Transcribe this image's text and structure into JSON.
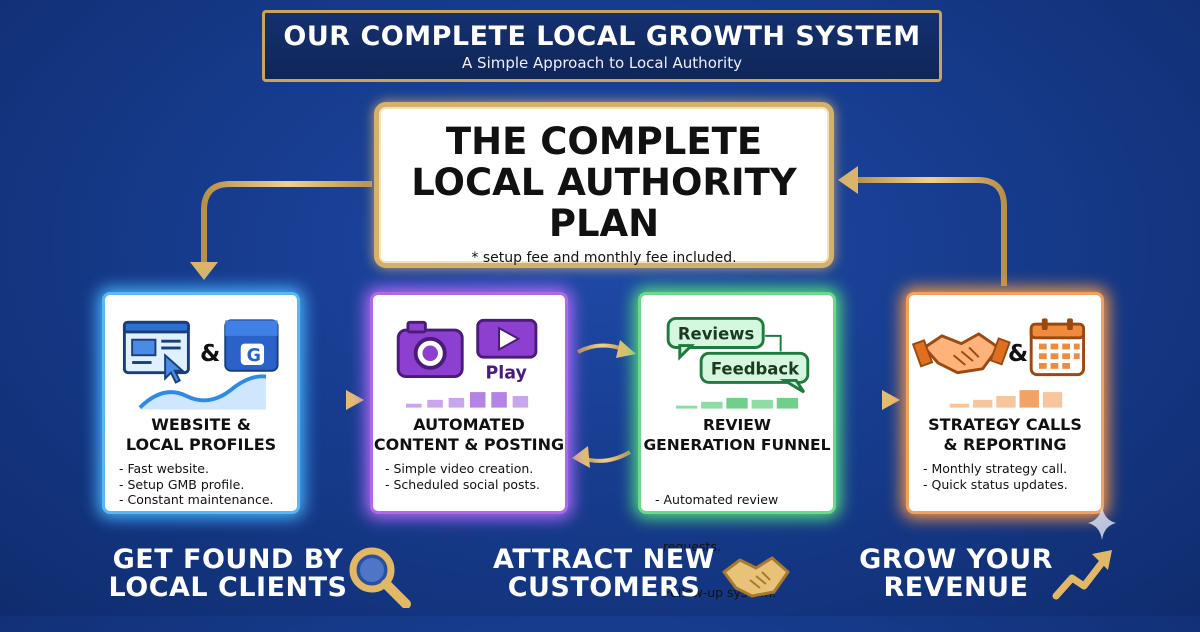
{
  "header": {
    "title": "OUR COMPLETE LOCAL GROWTH SYSTEM",
    "subtitle": "A Simple Approach to Local Authority"
  },
  "plan": {
    "title_lines": [
      "THE COMPLETE",
      "LOCAL AUTHORITY",
      "PLAN"
    ],
    "note": "* setup fee and monthly fee included."
  },
  "cards": [
    {
      "title_lines": [
        "WEBSITE &",
        "LOCAL PROFILES"
      ],
      "bullets": [
        "- Fast website.",
        "- Setup GMB profile.",
        "- Constant maintenance."
      ],
      "icons": [
        "website-cursor-icon",
        "google-store-icon",
        "growth-wave-icon"
      ],
      "connector": "&",
      "color": "#49b3ff"
    },
    {
      "title_lines": [
        "AUTOMATED",
        "CONTENT & POSTING"
      ],
      "bullets": [
        "- Simple video creation.",
        "- Scheduled social posts."
      ],
      "icons": [
        "camera-icon",
        "play-button-icon",
        "bar-graph-icon"
      ],
      "play_label": "Play",
      "color": "#b76bff"
    },
    {
      "title_lines": [
        "REVIEW",
        "GENERATION FUNNEL"
      ],
      "bullets": [
        "- Automated review",
        "  requests.",
        "- Follow-up system."
      ],
      "icons": [
        "reviews-bubble-icon",
        "feedback-bubble-icon",
        "bar-graph-icon"
      ],
      "bubble_labels": [
        "Reviews",
        "Feedback"
      ],
      "color": "#55e27e"
    },
    {
      "title_lines": [
        "STRATEGY CALLS",
        "& REPORTING"
      ],
      "bullets": [
        "- Monthly strategy call.",
        "- Quick status updates."
      ],
      "icons": [
        "handshake-icon",
        "calendar-icon",
        "bar-graph-icon"
      ],
      "connector": "&",
      "color": "#ff9a45"
    }
  ],
  "taglines": [
    {
      "lines": [
        "GET FOUND BY",
        "LOCAL CLIENTS"
      ],
      "icon": "magnifier-icon"
    },
    {
      "lines": [
        "ATTRACT NEW",
        "CUSTOMERS"
      ],
      "icon": "handshake-icon"
    },
    {
      "lines": [
        "GROW YOUR",
        "REVENUE"
      ],
      "icon": "trend-up-arrow-icon"
    }
  ],
  "colors": {
    "background": "#173c8e",
    "gold": "#d4b06a",
    "text_white": "#ffffff"
  }
}
